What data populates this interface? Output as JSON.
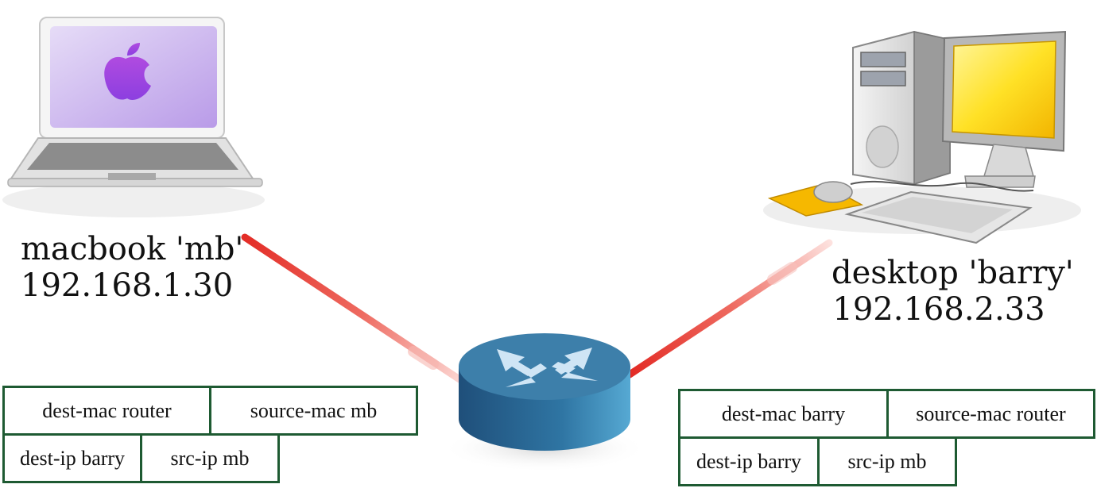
{
  "hosts": {
    "macbook": {
      "name": "macbook 'mb'",
      "ip": "192.168.1.30"
    },
    "desktop": {
      "name": "desktop 'barry'",
      "ip": "192.168.2.33"
    }
  },
  "frames": {
    "left": {
      "row1": [
        "dest-mac router",
        "source-mac mb"
      ],
      "row2": [
        "dest-ip barry",
        "src-ip mb"
      ]
    },
    "right": {
      "row1": [
        "dest-mac barry",
        "source-mac router"
      ],
      "row2": [
        "dest-ip barry",
        "src-ip mb"
      ]
    }
  },
  "colors": {
    "link": "#e8312a",
    "frame_border": "#1e5a32",
    "router": "#2f6f97",
    "laptop_screen": "#c9b3ee",
    "monitor_screen": "#ffe23a"
  },
  "icons": [
    "laptop-icon",
    "desktop-computer-icon",
    "router-icon"
  ]
}
